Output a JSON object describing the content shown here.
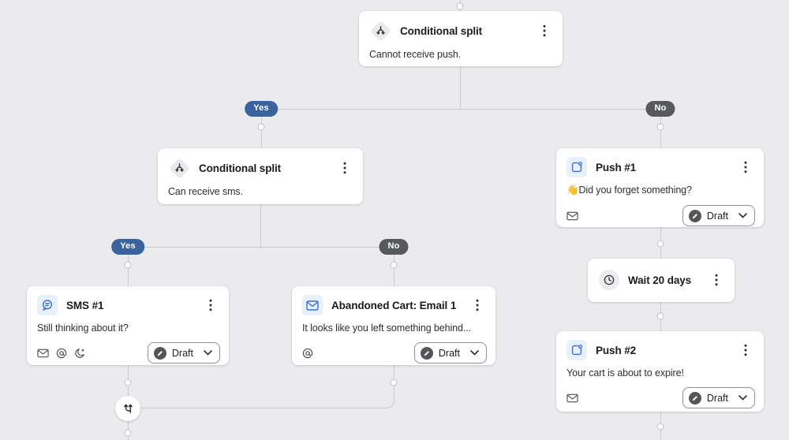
{
  "canvas": {
    "background": "#ebebed",
    "line_color": "#c9cacb"
  },
  "palette": {
    "accent_blue": "#3d6fd2",
    "icon_tile_blue_bg": "#e7f1fb",
    "yes_pill_blue": "#3a639e",
    "no_pill_gray": "#58595b",
    "card_bg": "#ffffff"
  },
  "pills": {
    "yes": "Yes",
    "no": "No"
  },
  "icons": {
    "conditional_split": "conditional-split-icon",
    "sms": "sms-bubble-icon",
    "email": "email-envelope-icon",
    "push": "push-notification-icon",
    "wait": "clock-icon",
    "merge": "merge-paths-icon",
    "menu": "kebab-menu-icon",
    "status": "draft-pencil-icon",
    "dropdown": "chevron-down-icon",
    "smart_sending": "envelope-icon",
    "tracking": "attachment-icon",
    "quiet_hours": "quiet-hours-moon-icon"
  },
  "nodes": {
    "split_top": {
      "title": "Conditional split",
      "body": "Cannot receive push."
    },
    "split_sms": {
      "title": "Conditional split",
      "body": "Can receive sms."
    },
    "sms1": {
      "title": "SMS #1",
      "body": "Still thinking about it?",
      "status": "Draft"
    },
    "email1": {
      "title": "Abandoned Cart: Email 1",
      "body": "It looks like you left something behind...",
      "status": "Draft"
    },
    "push1": {
      "title": "Push #1",
      "body": "👋Did you forget something?",
      "status": "Draft"
    },
    "wait": {
      "title": "Wait 20 days"
    },
    "push2": {
      "title": "Push #2",
      "body": "Your cart is about to expire!",
      "status": "Draft"
    }
  }
}
